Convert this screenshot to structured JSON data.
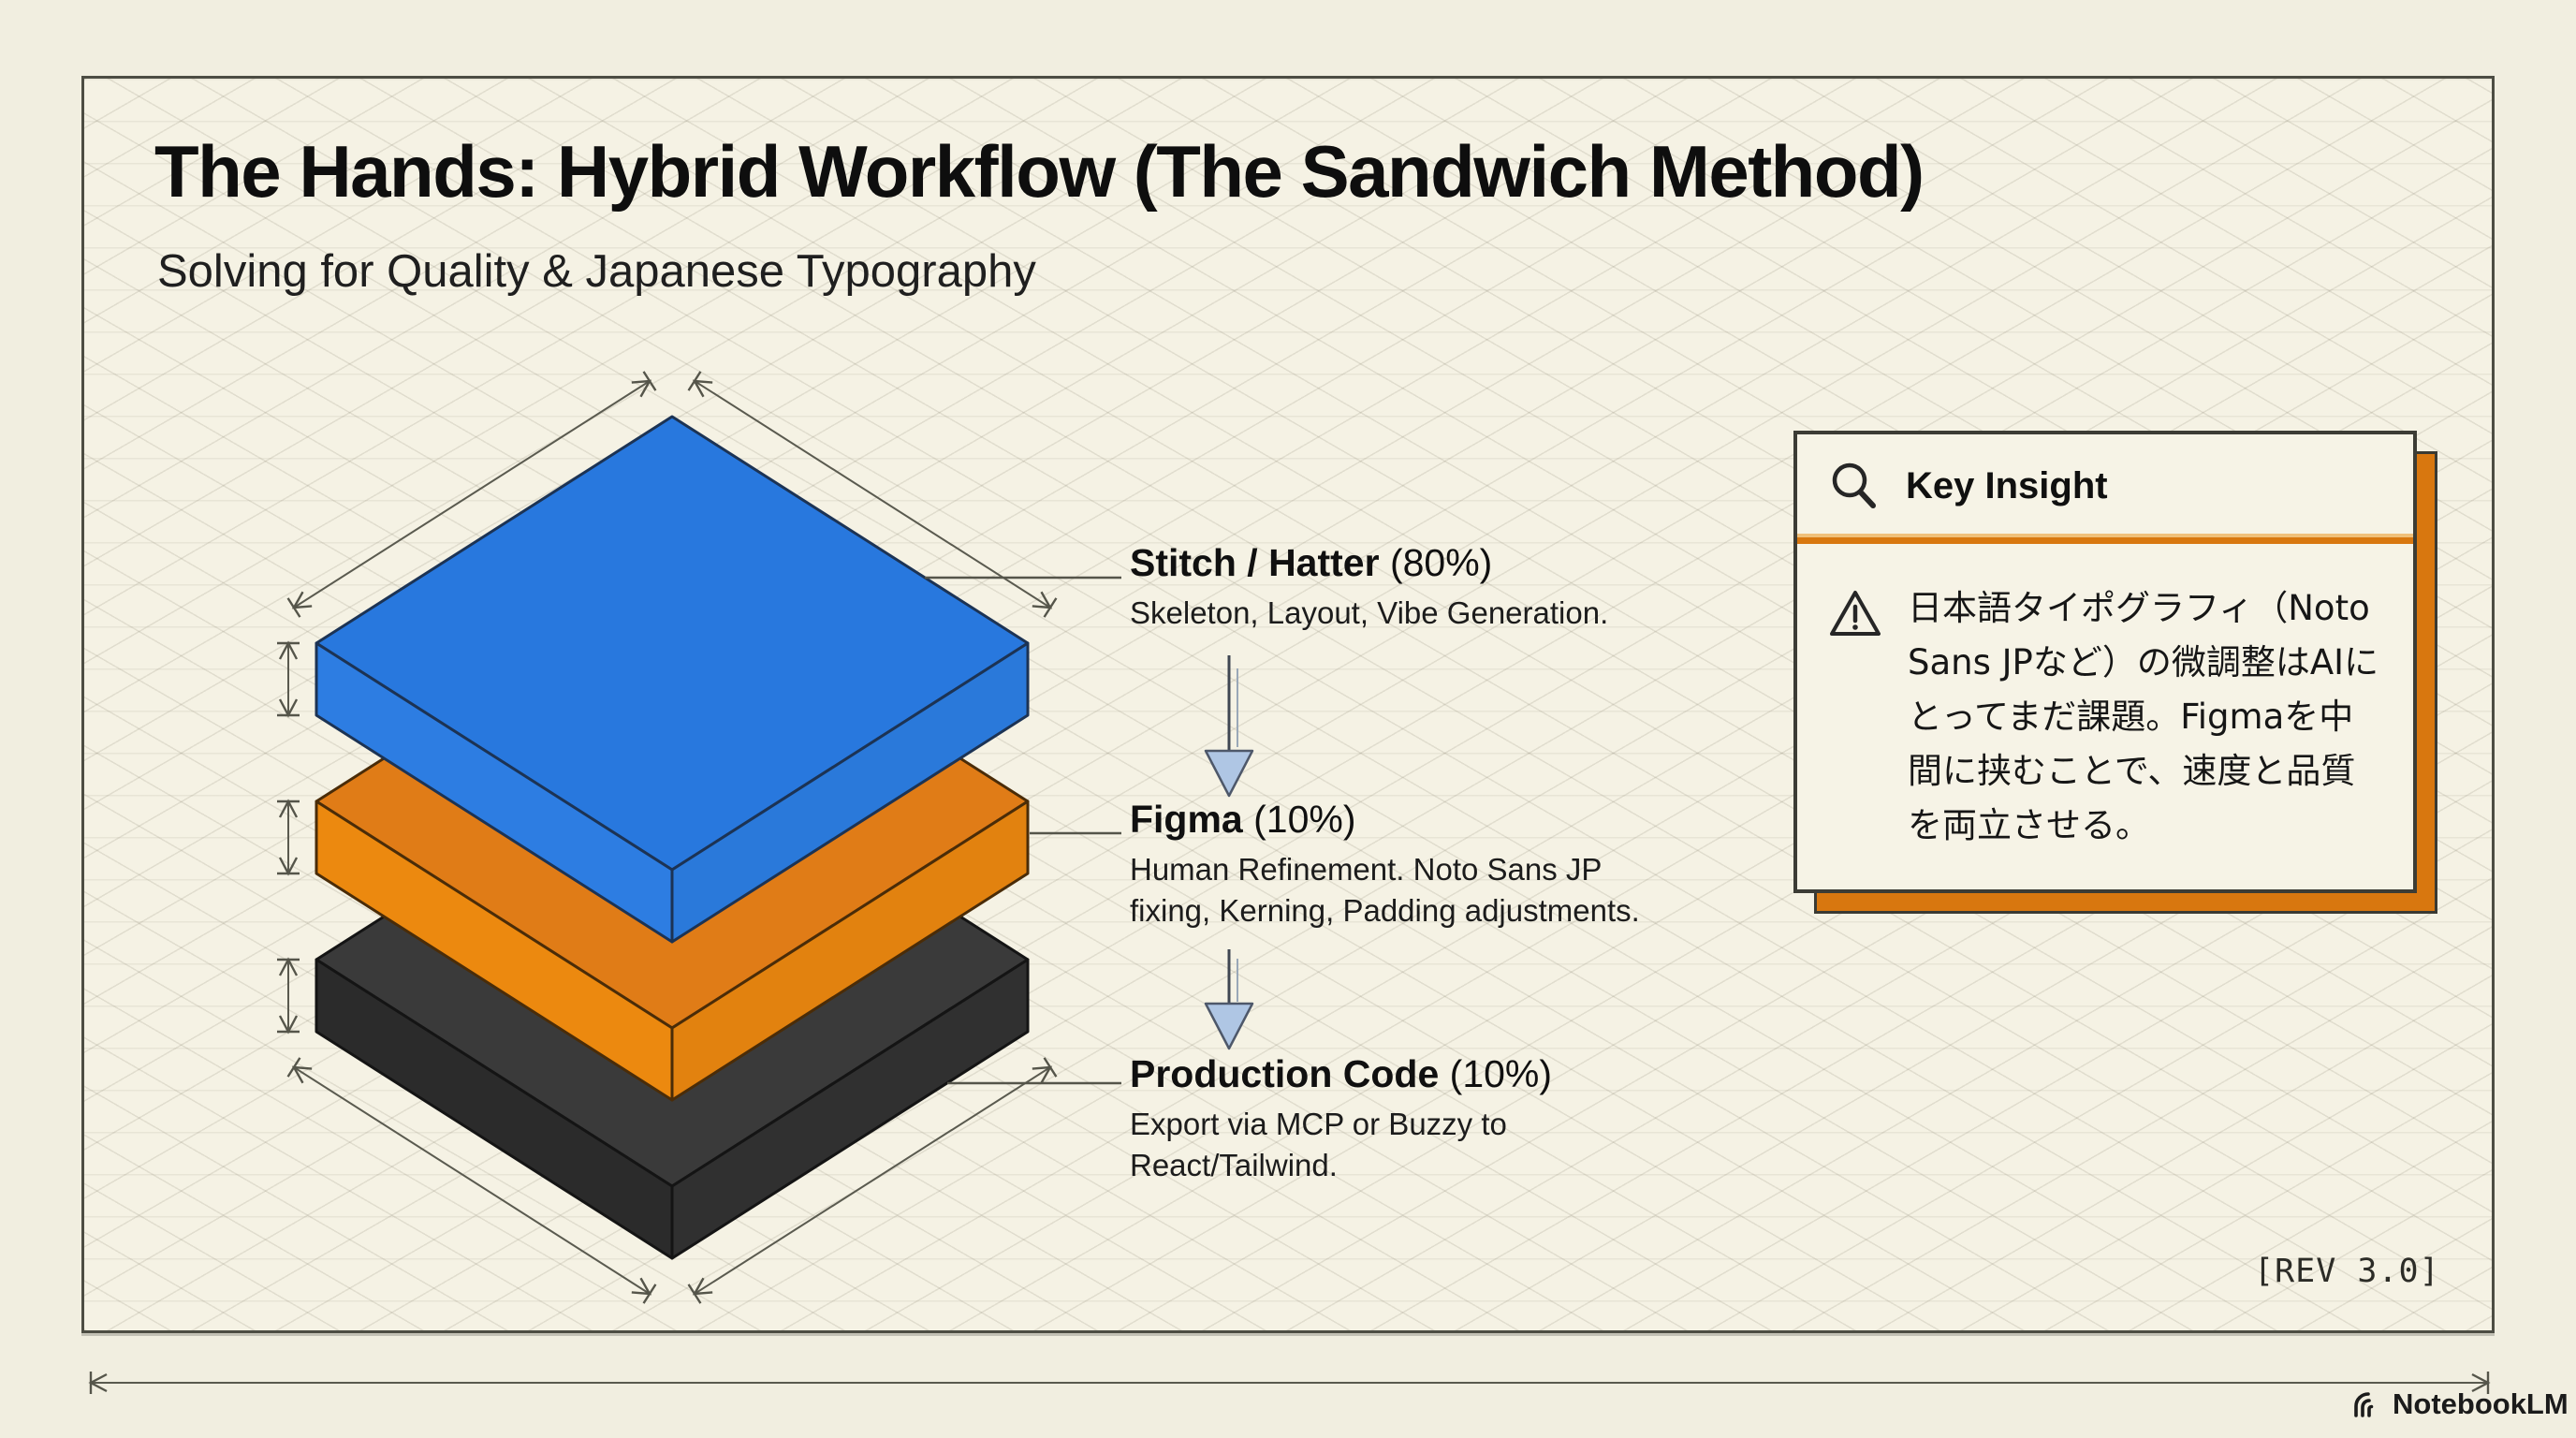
{
  "title": "The Hands: Hybrid Workflow (The Sandwich Method)",
  "subtitle": "Solving for Quality & Japanese Typography",
  "diagram": {
    "layers": [
      {
        "label": "Stitch / Hatter",
        "percent": "(80%)",
        "desc": "Skeleton, Layout, Vibe Generation.",
        "color": "#2878DE"
      },
      {
        "label": "Figma",
        "percent": "(10%)",
        "desc": "Human Refinement. Noto Sans JP fixing, Kerning, Padding adjustments.",
        "color": "#E8860F"
      },
      {
        "label": "Production Code",
        "percent": "(10%)",
        "desc": "Export via MCP or Buzzy to React/Tailwind.",
        "color": "#333333"
      }
    ],
    "stack_order_top_to_bottom": [
      "Stitch / Hatter",
      "Figma",
      "Production Code"
    ],
    "flow_arrow_color": "#AFC6E4"
  },
  "key_insight": {
    "title": "Key Insight",
    "body": "日本語タイポグラフィ（Noto Sans JPなど）の微調整はAIにとってまだ課題。Figmaを中間に挟むことで、速度と品質を両立させる。",
    "accent_color": "#D8770F"
  },
  "footer": {
    "revision": "[REV 3.0]",
    "brand": "NotebookLM"
  }
}
